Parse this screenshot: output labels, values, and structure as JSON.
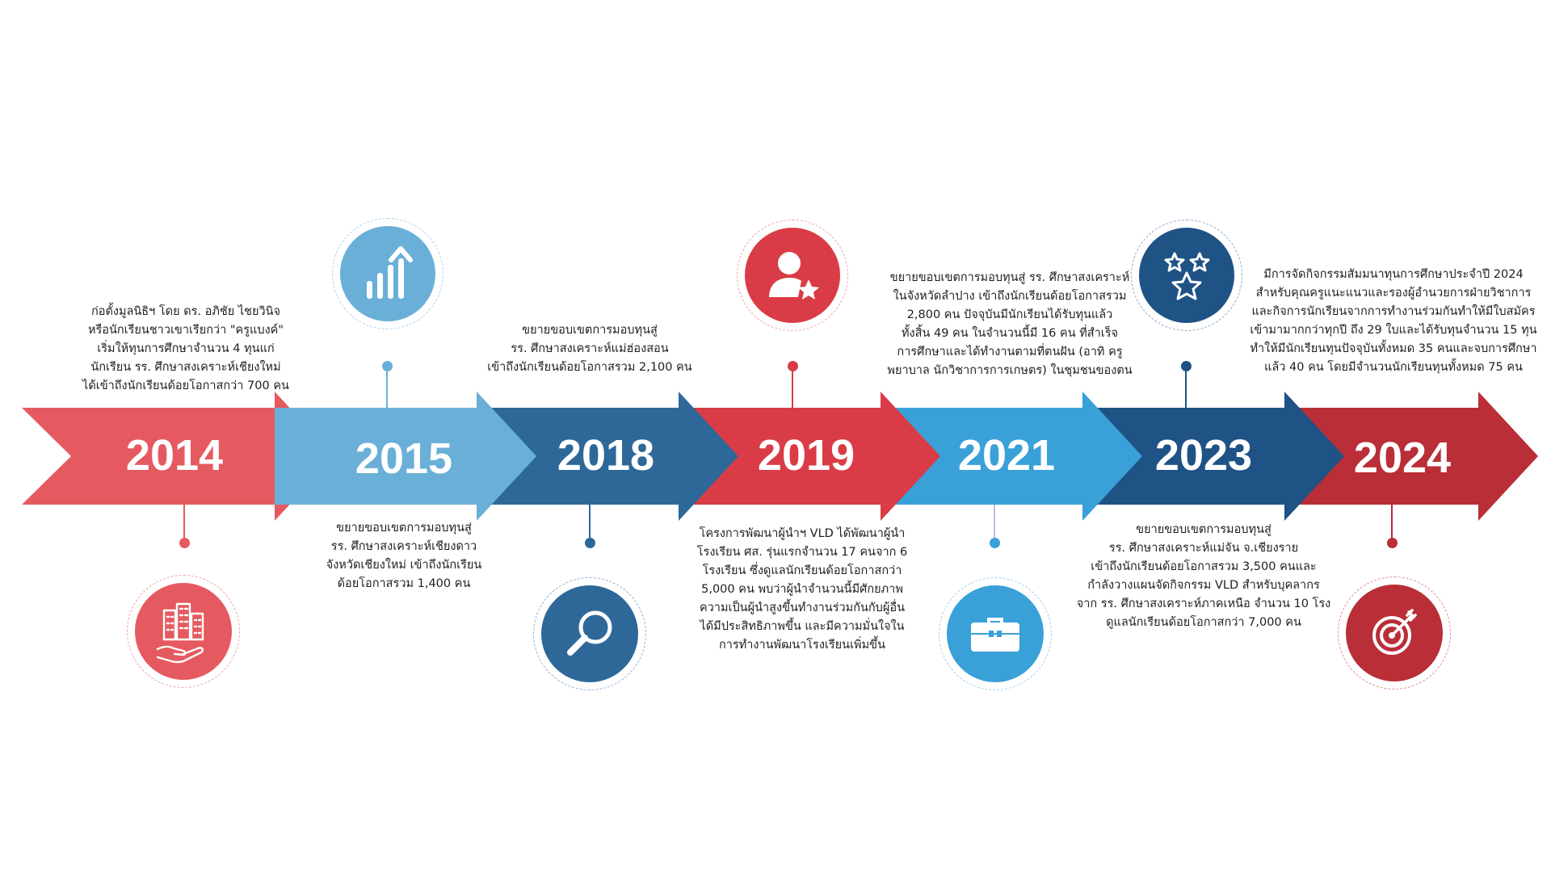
{
  "colors": {
    "c2014": "#e55a60",
    "c2015": "#6aafd8",
    "c2018": "#2e6899",
    "c2019": "#d93c46",
    "c2021": "#3aa0d8",
    "c2023": "#1f5285",
    "c2024": "#b92e37"
  },
  "timeline": [
    {
      "year": "2014",
      "icon": "building-hand-icon",
      "text": "ก่อตั้งมูลนิธิฯ โดย ดร. อภิชัย ไชยวินิจ\nหรือนักเรียนชาวเขาเรียกว่า \"ครูแบงค์\"\nเริ่มให้ทุนการศึกษาจำนวน 4 ทุนแก่\nนักเรียน รร. ศึกษาสงเคราะห์เชียงใหม่\nได้เข้าถึงนักเรียนด้อยโอกาสกว่า 700 คน"
    },
    {
      "year": "2015",
      "icon": "growth-chart-icon",
      "text": "ขยายขอบเขตการมอบทุนสู่\nรร. ศึกษาสงเคราะห์เชียงดาว\nจังหวัดเชียงใหม่ เข้าถึงนักเรียน\nด้อยโอกาสรวม 1,400 คน"
    },
    {
      "year": "2018",
      "icon": "magnifier-icon",
      "text": "ขยายขอบเขตการมอบทุนสู่\nรร. ศึกษาสงเคราะห์แม่ฮ่องสอน\nเข้าถึงนักเรียนด้อยโอกาสรวม 2,100 คน"
    },
    {
      "year": "2019",
      "icon": "person-star-icon",
      "text": "โครงการพัฒนาผู้นำฯ VLD ได้พัฒนาผู้นำ\nโรงเรียน ศส. รุ่นแรกจำนวน 17 คนจาก 6\nโรงเรียน ซึ่งดูแลนักเรียนด้อยโอกาสกว่า\n5,000 คน พบว่าผู้นำจำนวนนี้มีศักยภาพ\nความเป็นผู้นำสูงขึ้นทำงานร่วมกันกับผู้อื่น\nได้มีประสิทธิภาพขึ้น และมีความมั่นใจใน\nการทำงานพัฒนาโรงเรียนเพิ่มขึ้น"
    },
    {
      "year": "2021",
      "icon": "briefcase-icon",
      "text": "ขยายขอบเขตการมอบทุนสู่ รร. ศึกษาสงเคราะห์\nในจังหวัดลำปาง เข้าถึงนักเรียนด้อยโอกาสรวม\n2,800 คน ปัจจุบันมีนักเรียนได้รับทุนแล้ว\nทั้งสิ้น 49 คน ในจำนวนนี้มี 16 คน ที่สำเร็จ\nการศึกษาและได้ทำงานตามที่ตนฝัน (อาทิ ครู\nพยาบาล นักวิชาการการเกษตร) ในชุมชนของตน"
    },
    {
      "year": "2023",
      "icon": "stars-icon",
      "text": "ขยายขอบเขตการมอบทุนสู่\nรร. ศึกษาสงเคราะห์แม่จัน จ.เชียงราย\nเข้าถึงนักเรียนด้อยโอกาสรวม 3,500 คนและ\nกำลังวางแผนจัดกิจกรรม VLD สำหรับบุคลากร\nจาก รร. ศึกษาสงเคราะห์ภาคเหนือ จำนวน 10 โรง\nดูแลนักเรียนด้อยโอกาสกว่า 7,000 คน"
    },
    {
      "year": "2024",
      "icon": "target-icon",
      "text": "มีการจัดกิจกรรมสัมมนาทุนการศึกษาประจำปี 2024\nสำหรับคุณครูแนะแนวและรองผู้อำนวยการฝ่ายวิชาการ\nและกิจการนักเรียนจากการทำงานร่วมกันทำให้มีใบสมัคร\nเข้ามามากกว่าทุกปี ถึง 29 ใบและได้รับทุนจำนวน 15 ทุน\nทำให้มีนักเรียนทุนปัจจุบันทั้งหมด 35 คนและจบการศึกษา\nแล้ว 40 คน โดยมีจำนวนนักเรียนทุนทั้งหมด 75 คน"
    }
  ]
}
